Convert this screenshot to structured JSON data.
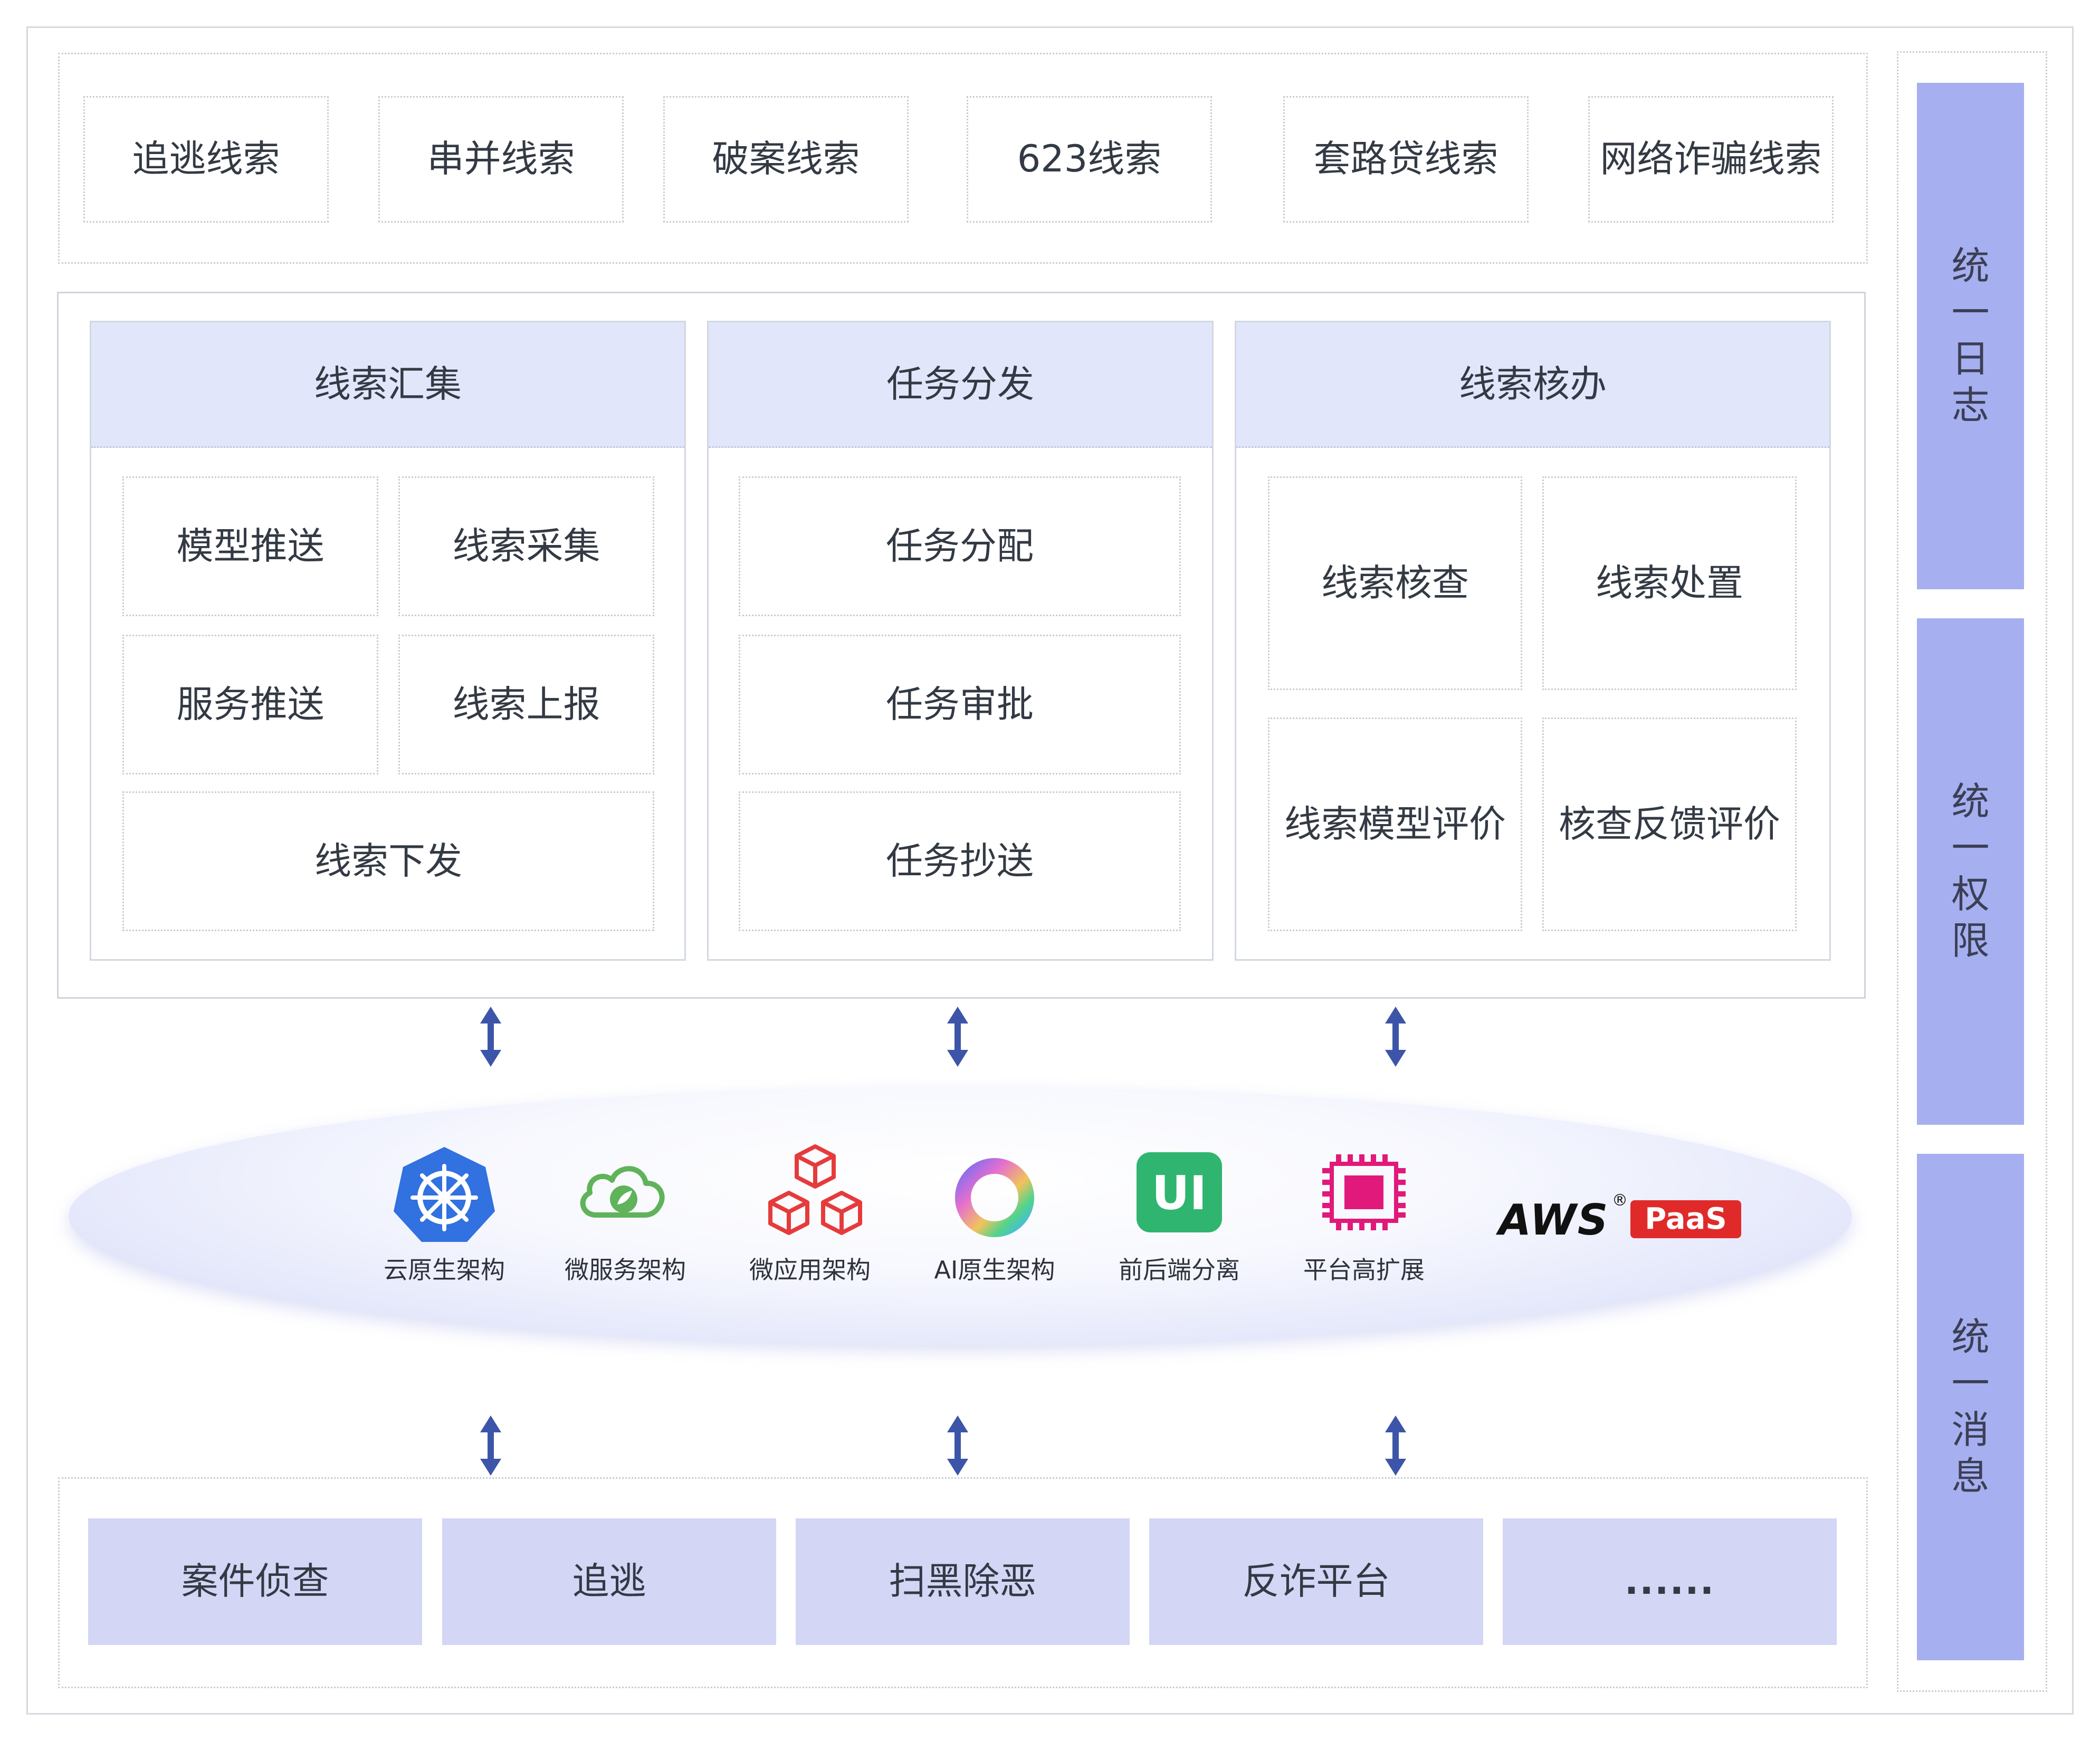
{
  "top_clues": [
    "追逃线索",
    "串并线索",
    "破案线索",
    "623线索",
    "套路贷线索",
    "网络诈骗线索"
  ],
  "columns": {
    "collect": {
      "title": "线索汇集",
      "items": [
        "模型推送",
        "线索采集",
        "服务推送",
        "线索上报",
        "线索下发"
      ]
    },
    "dispatch": {
      "title": "任务分发",
      "items": [
        "任务分配",
        "任务审批",
        "任务抄送"
      ]
    },
    "handle": {
      "title": "线索核办",
      "items": [
        "线索核查",
        "线索处置",
        "线索模型评价",
        "核查反馈评价"
      ]
    }
  },
  "tech": [
    {
      "label": "云原生架构",
      "icon": "kubernetes-icon"
    },
    {
      "label": "微服务架构",
      "icon": "spring-cloud-icon"
    },
    {
      "label": "微应用架构",
      "icon": "cubes-icon"
    },
    {
      "label": "AI原生架构",
      "icon": "ai-ring-icon"
    },
    {
      "label": "前后端分离",
      "icon": "ui-icon"
    },
    {
      "label": "平台高扩展",
      "icon": "chip-icon"
    }
  ],
  "brand": {
    "aws": "AWS",
    "paas": "PaaS",
    "registered": "®"
  },
  "systems": [
    "案件侦查",
    "追逃",
    "扫黑除恶",
    "反诈平台",
    "......"
  ],
  "side": {
    "log": [
      "统",
      "一",
      "日",
      "志"
    ],
    "perm": [
      "统",
      "一",
      "权",
      "限"
    ],
    "msg": [
      "统",
      "一",
      "消",
      "息"
    ]
  },
  "colors": {
    "header": "#e2e6fb",
    "side": "#a6afef",
    "system": "#d3d6f5",
    "arrow": "#3d55a8"
  }
}
